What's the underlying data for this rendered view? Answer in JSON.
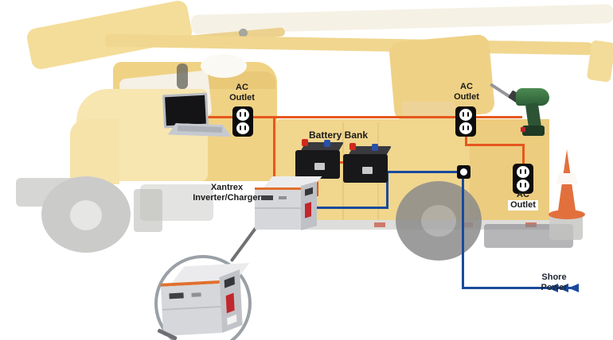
{
  "labels": {
    "outlet_cab": {
      "line1": "AC",
      "line2": "Outlet"
    },
    "outlet_body_top": {
      "line1": "AC",
      "line2": "Outlet"
    },
    "outlet_body_rear": {
      "line1": "AC",
      "line2": "Outlet"
    },
    "battery_bank": "Battery Bank",
    "inverter_line1": "Xantrex",
    "inverter_line2": "Inverter/Charger",
    "shore_power": "Shore Power"
  },
  "colors": {
    "ac_wire": "#E6571E",
    "shore_wire": "#1A4A9B",
    "label_text": "#1A1A1A",
    "shore_label_text": "#1C2433",
    "truck_yellow": "#F0D285"
  },
  "icons": {
    "outlet": "duplex-ac-outlet",
    "laptop": "laptop",
    "drill": "cordless-drill",
    "battery": "12v-battery",
    "inverter": "inverter-charger-unit",
    "inverter_zoom": "inverter-charger-closeup",
    "shore_inlet": "shore-power-inlet",
    "truck": "utility-bucket-truck",
    "cone": "traffic-cone",
    "callout": "zoom-callout-circle"
  }
}
